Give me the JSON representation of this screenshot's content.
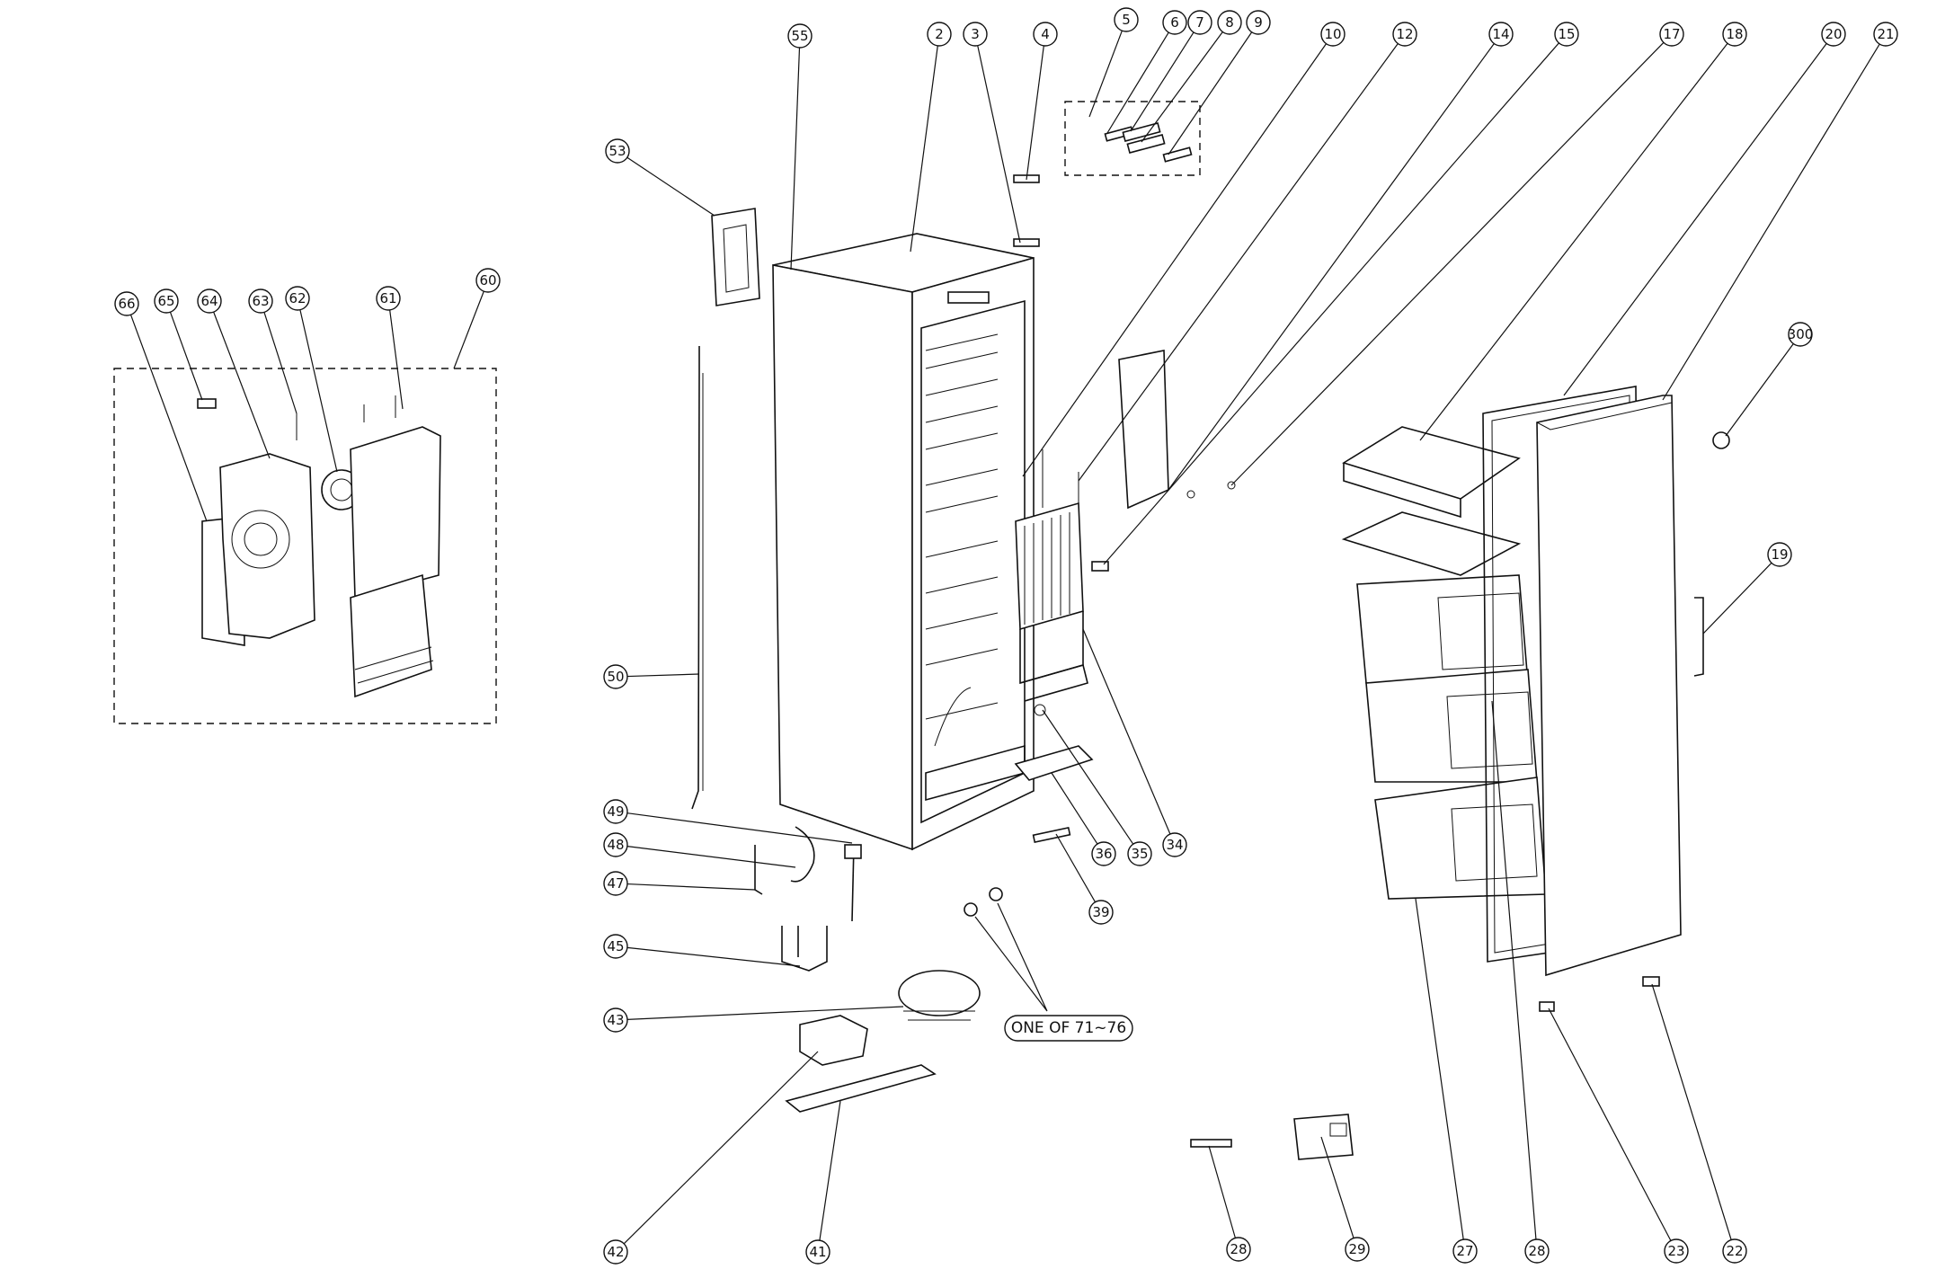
{
  "callouts": [
    {
      "id": "55",
      "label": "55"
    },
    {
      "id": "2",
      "label": "2"
    },
    {
      "id": "3",
      "label": "3"
    },
    {
      "id": "4",
      "label": "4"
    },
    {
      "id": "5",
      "label": "5"
    },
    {
      "id": "6",
      "label": "6"
    },
    {
      "id": "7",
      "label": "7"
    },
    {
      "id": "8",
      "label": "8"
    },
    {
      "id": "9",
      "label": "9"
    },
    {
      "id": "10",
      "label": "10"
    },
    {
      "id": "12",
      "label": "12"
    },
    {
      "id": "14",
      "label": "14"
    },
    {
      "id": "15",
      "label": "15"
    },
    {
      "id": "17",
      "label": "17"
    },
    {
      "id": "18",
      "label": "18"
    },
    {
      "id": "20",
      "label": "20"
    },
    {
      "id": "21",
      "label": "21"
    },
    {
      "id": "53",
      "label": "53"
    },
    {
      "id": "60",
      "label": "60"
    },
    {
      "id": "61",
      "label": "61"
    },
    {
      "id": "62",
      "label": "62"
    },
    {
      "id": "63",
      "label": "63"
    },
    {
      "id": "64",
      "label": "64"
    },
    {
      "id": "65",
      "label": "65"
    },
    {
      "id": "66",
      "label": "66"
    },
    {
      "id": "300",
      "label": "300"
    },
    {
      "id": "19",
      "label": "19"
    },
    {
      "id": "50",
      "label": "50"
    },
    {
      "id": "49",
      "label": "49"
    },
    {
      "id": "48",
      "label": "48"
    },
    {
      "id": "47",
      "label": "47"
    },
    {
      "id": "45",
      "label": "45"
    },
    {
      "id": "43",
      "label": "43"
    },
    {
      "id": "34",
      "label": "34"
    },
    {
      "id": "35",
      "label": "35"
    },
    {
      "id": "36",
      "label": "36"
    },
    {
      "id": "39",
      "label": "39"
    },
    {
      "id": "42",
      "label": "42"
    },
    {
      "id": "41",
      "label": "41"
    },
    {
      "id": "28a",
      "label": "28"
    },
    {
      "id": "29",
      "label": "29"
    },
    {
      "id": "27",
      "label": "27"
    },
    {
      "id": "28b",
      "label": "28"
    },
    {
      "id": "23",
      "label": "23"
    },
    {
      "id": "22",
      "label": "22"
    }
  ],
  "group_note": "ONE OF 71~76"
}
